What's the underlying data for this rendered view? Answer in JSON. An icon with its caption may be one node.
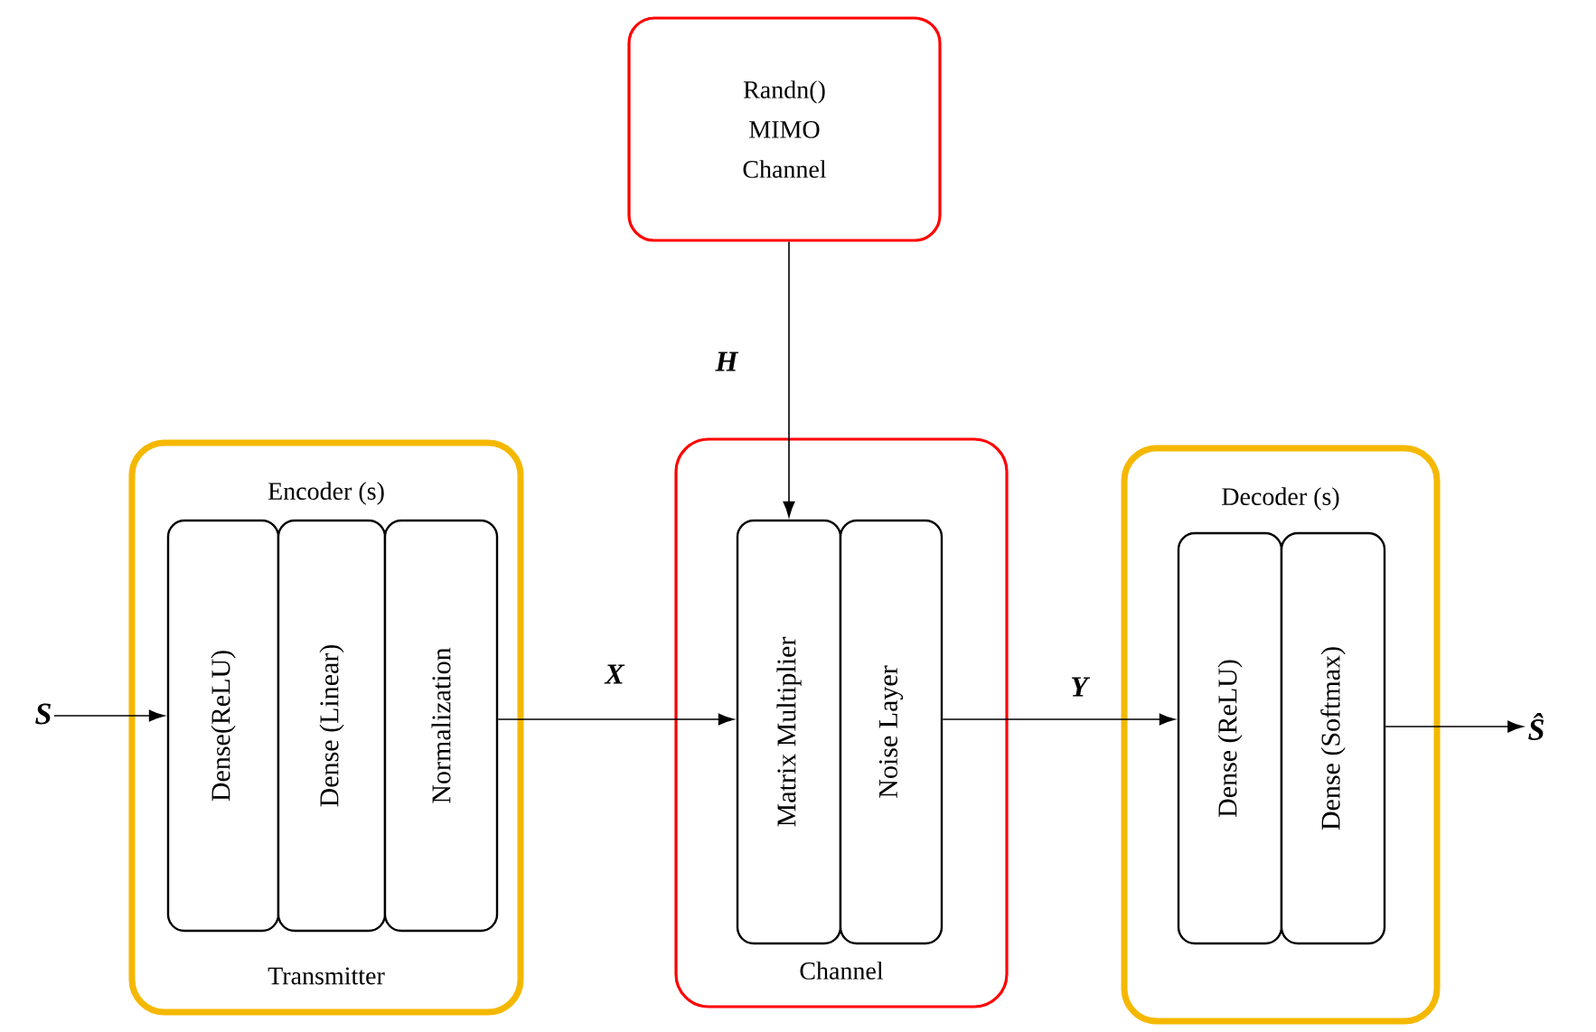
{
  "diagram": {
    "nodes": [
      {
        "text": [
          "Randn() MIMO Channel"
        ]
      },
      {
        "text": [
          "Encoder (s)",
          "Transmitter"
        ]
      },
      {
        "text": [
          "Dense(ReLU)"
        ],
        "in": 1
      },
      {
        "text": [
          "Dense (Linear)"
        ],
        "in": 1
      },
      {
        "text": [
          "Normalization"
        ],
        "in": 1
      },
      {
        "text": [
          "Channel"
        ]
      },
      {
        "text": [
          "Matrix Multiplier"
        ],
        "in": 5
      },
      {
        "text": [
          "Noise Layer"
        ],
        "in": 5
      },
      {
        "text": [
          "Decoder (s)"
        ]
      },
      {
        "text": [
          "Dense (ReLU)"
        ],
        "in": 8
      },
      {
        "text": [
          "Dense (Softmax)"
        ],
        "in": 8
      },
      {
        "text": [
          "S"
        ]
      },
      {
        "text": [
          "Ŝ"
        ]
      }
    ],
    "edges": [
      {
        "from": 11,
        "to": 2,
        "arrow": "to"
      },
      {
        "from": 4,
        "to": 6,
        "arrow": "to",
        "label": "X"
      },
      {
        "from": 0,
        "to": 6,
        "arrow": "to",
        "label": "H"
      },
      {
        "from": 7,
        "to": 9,
        "arrow": "to",
        "label": "Y"
      },
      {
        "from": 10,
        "to": 12,
        "arrow": "to"
      }
    ]
  }
}
